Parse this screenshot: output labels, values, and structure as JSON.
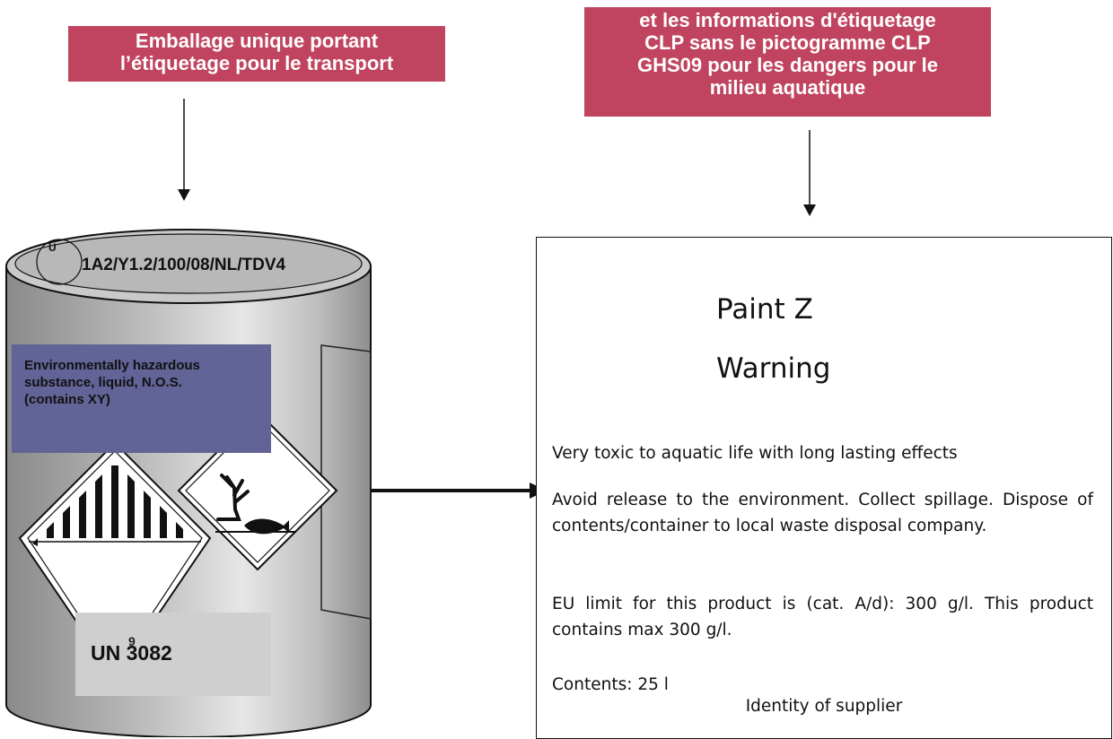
{
  "callouts": {
    "left": [
      "Emballage unique portant",
      "l’étiquetage pour le transport"
    ],
    "right": [
      "et les informations d'étiquetage",
      "CLP sans le pictogramme CLP",
      "GHS09 pour les dangers pour le",
      "milieu aquatique"
    ]
  },
  "drum": {
    "lid_code": "1A2/Y1.2/100/08/NL/TDV4",
    "un_mark_letter": "U",
    "hazard_text": [
      "Environmentally hazardous",
      "substance, liquid, N.O.S.",
      "(contains XY)"
    ],
    "class_number": "9",
    "un_number": "UN 3082"
  },
  "clp_label": {
    "product_name": "Paint Z",
    "signal_word": "Warning",
    "hazard_statement": "Very toxic to aquatic life with long lasting effects",
    "precautionary": "Avoid release to the environment. Collect spillage. Dispose of contents/container to local waste disposal company.",
    "eu_limit": "EU limit for this product is (cat. A/d): 300 g/l.  This product contains max 300 g/l.",
    "contents": "Contents: 25 l",
    "supplier": "Identity of supplier"
  },
  "colors": {
    "callout_bg": "#c0445f",
    "hazard_box_bg": "#626396",
    "un_box_bg": "#cfcfcf"
  }
}
